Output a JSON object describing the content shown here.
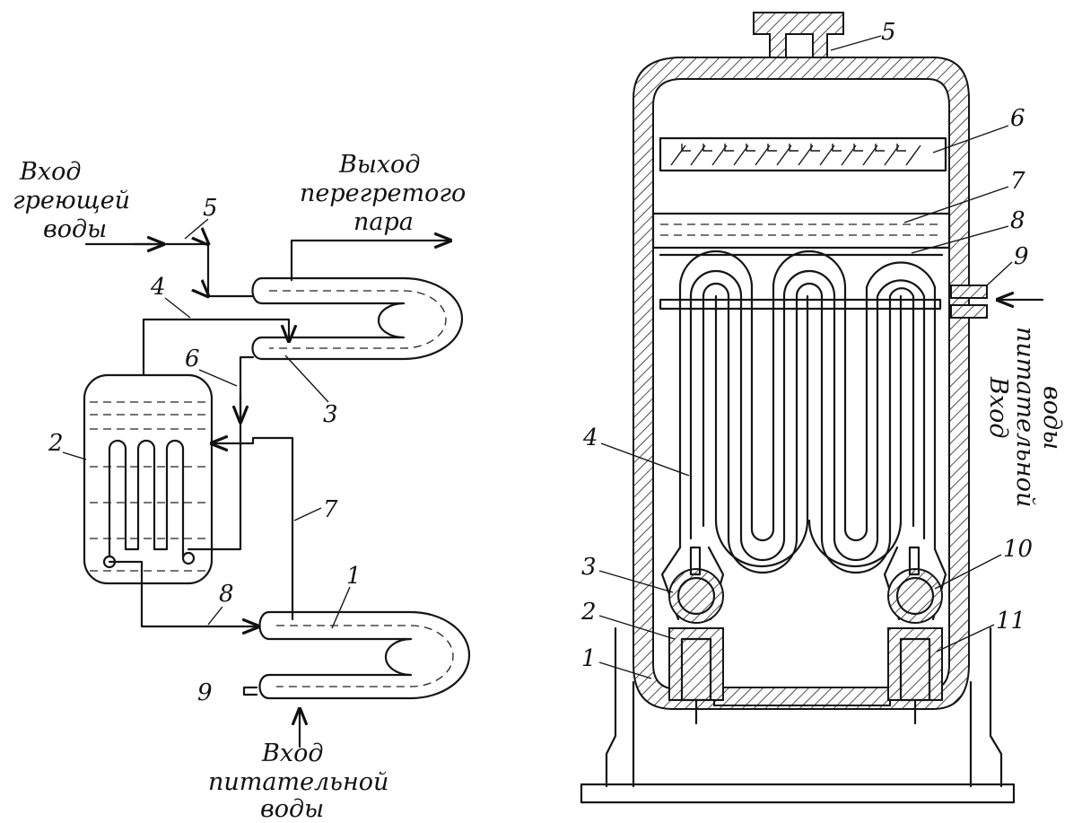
{
  "left_scheme": {
    "heating_water_in": [
      "Вход",
      "греющей",
      "воды"
    ],
    "superheated_steam_out": [
      "Выход",
      "перегретого",
      "пара"
    ],
    "feed_water_in": [
      "Вход",
      "питательной",
      "воды"
    ],
    "callouts": [
      "1",
      "2",
      "3",
      "4",
      "5",
      "6",
      "7",
      "8",
      "9"
    ]
  },
  "right_section": {
    "feed_water_in": [
      "Вход",
      "питательной",
      "воды"
    ],
    "callouts": [
      "1",
      "2",
      "3",
      "4",
      "5",
      "6",
      "7",
      "8",
      "9",
      "10",
      "11"
    ]
  }
}
